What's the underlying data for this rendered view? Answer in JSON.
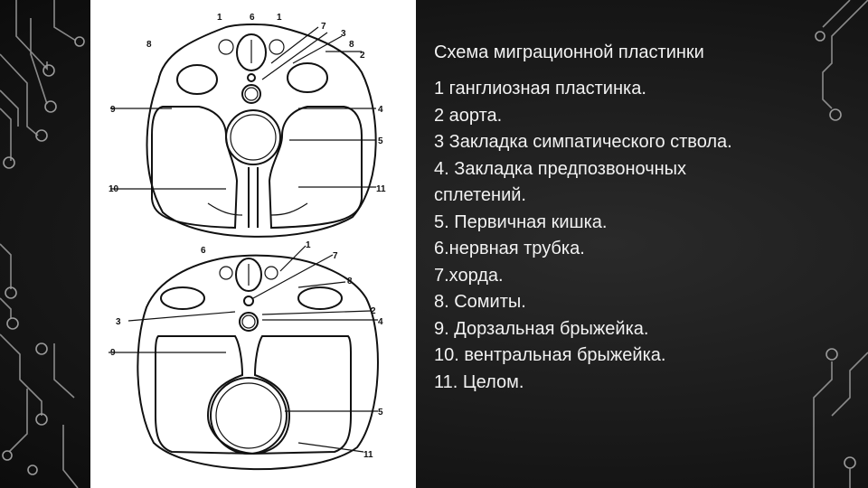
{
  "slide": {
    "title": "Схема миграционной пластинки",
    "legend": [
      "1 ганглиозная пластинка.",
      "2 аорта.",
      "3 Закладка симпатического ствола.",
      "4. Закладка предпозвоночных",
      "сплетений.",
      "5. Первичная кишка.",
      "6.нервная трубка.",
      "7.хорда.",
      "8. Сомиты.",
      "9. Дорзальная брыжейка.",
      "10. вентральная брыжейка.",
      "11. Целом."
    ]
  },
  "figure": {
    "top_labels": {
      "l1a": "1",
      "l6": "6",
      "l1b": "1",
      "l7": "7",
      "l3": "3",
      "l8a": "8",
      "l8b": "8",
      "l2": "2",
      "l9": "9",
      "l4": "4",
      "l5": "5",
      "l10": "10",
      "l11": "11"
    },
    "bottom_labels": {
      "l6": "6",
      "l1": "1",
      "l7": "7",
      "l8": "8",
      "l3": "3",
      "l2": "2",
      "l4": "4",
      "l9": "9",
      "l5": "5",
      "l11": "11"
    }
  },
  "theme": {
    "background": "#1a1a1a",
    "text": "#f2f2f2",
    "circuit": "#8a8a8a"
  }
}
